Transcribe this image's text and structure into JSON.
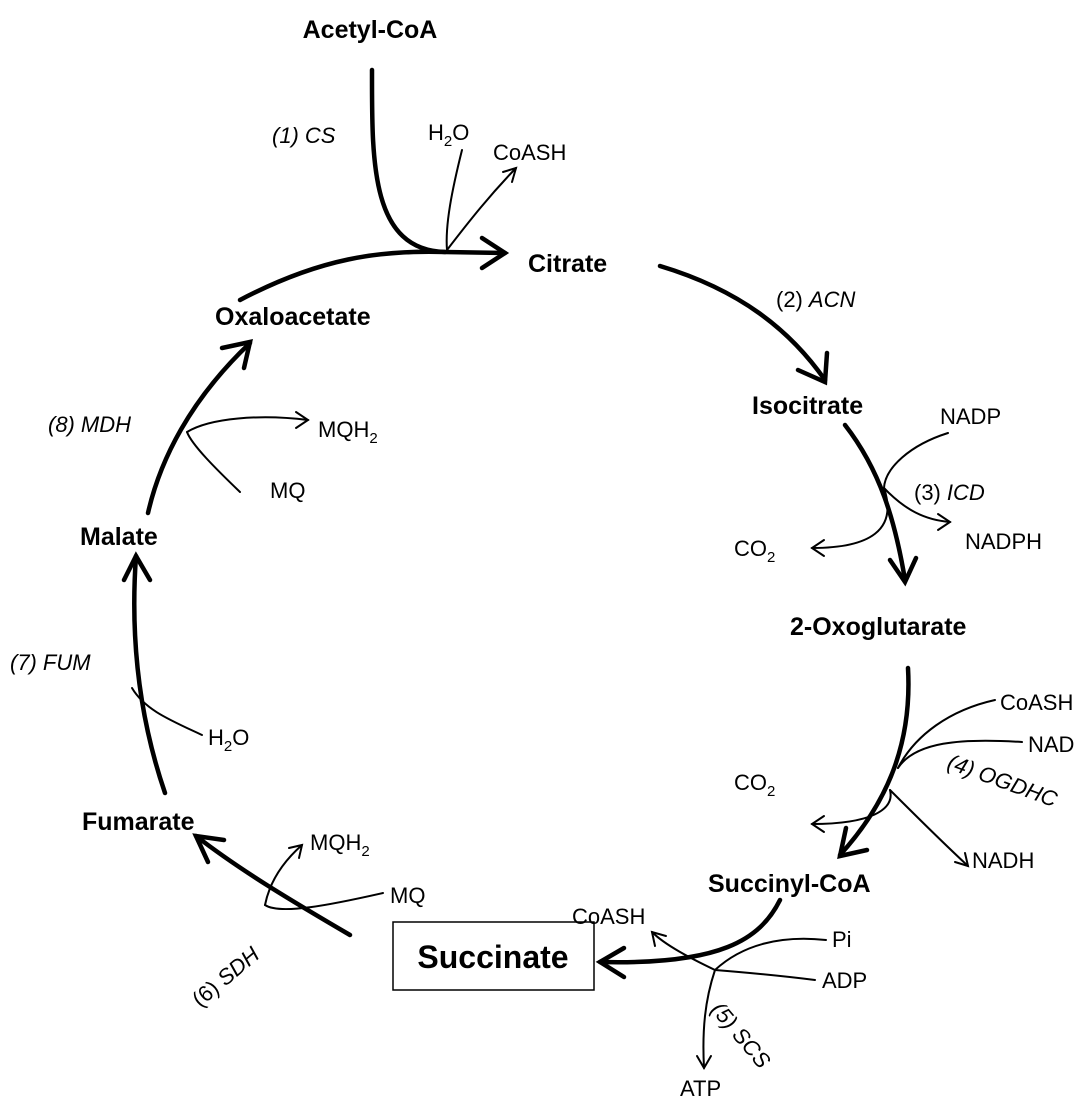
{
  "metabolites": {
    "acetyl_coa": "Acetyl-CoA",
    "citrate": "Citrate",
    "isocitrate": "Isocitrate",
    "oxoglutarate": "2-Oxoglutarate",
    "succinyl_coa": "Succinyl-CoA",
    "succinate": "Succinate",
    "fumarate": "Fumarate",
    "malate": "Malate",
    "oxaloacetate": "Oxaloacetate"
  },
  "enzymes": {
    "cs": {
      "num": "(1)",
      "name": "CS"
    },
    "acn": {
      "num": "(2)",
      "name": "ACN"
    },
    "icd": {
      "num": "(3)",
      "name": "ICD"
    },
    "ogdhc": {
      "num": "(4)",
      "name": "OGDHC"
    },
    "scs": {
      "num": "(5)",
      "name": "SCS"
    },
    "sdh": {
      "num": "(6)",
      "name": "SDH"
    },
    "fum": {
      "num": "(7)",
      "name": "FUM"
    },
    "mdh": {
      "num": "(8)",
      "name": "MDH"
    }
  },
  "cofactors": {
    "h2o_base": "H",
    "h2o_sub": "2",
    "h2o_tail": "O",
    "coash": "CoASH",
    "nadp": "NADP",
    "nadph": "NADPH",
    "co2_base": "CO",
    "co2_sub": "2",
    "nad": "NAD",
    "nadh": "NADH",
    "pi": "Pi",
    "adp": "ADP",
    "atp": "ATP",
    "mq": "MQ",
    "mqh2_base": "MQH",
    "mqh2_sub": "2"
  }
}
